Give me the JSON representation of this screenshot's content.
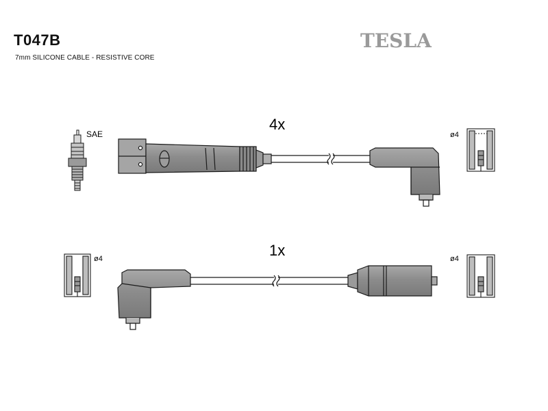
{
  "header": {
    "code": "T047B",
    "description": "7mm SILICONE CABLE - RESISTIVE CORE",
    "brand": "TESLA"
  },
  "cable_set": [
    {
      "quantity_label": "4x",
      "left_end_label": "SAE",
      "right_end_label": "ø4"
    },
    {
      "quantity_label": "1x",
      "left_end_label": "ø4",
      "right_end_label": "ø4"
    }
  ],
  "colors": {
    "line": "#1a1a1a",
    "boot_fill": "#8f8f8f",
    "boot_fill_dark": "#6f6f6f",
    "plug_fill": "#c8c8c8",
    "logo": "#9a9a9a"
  }
}
